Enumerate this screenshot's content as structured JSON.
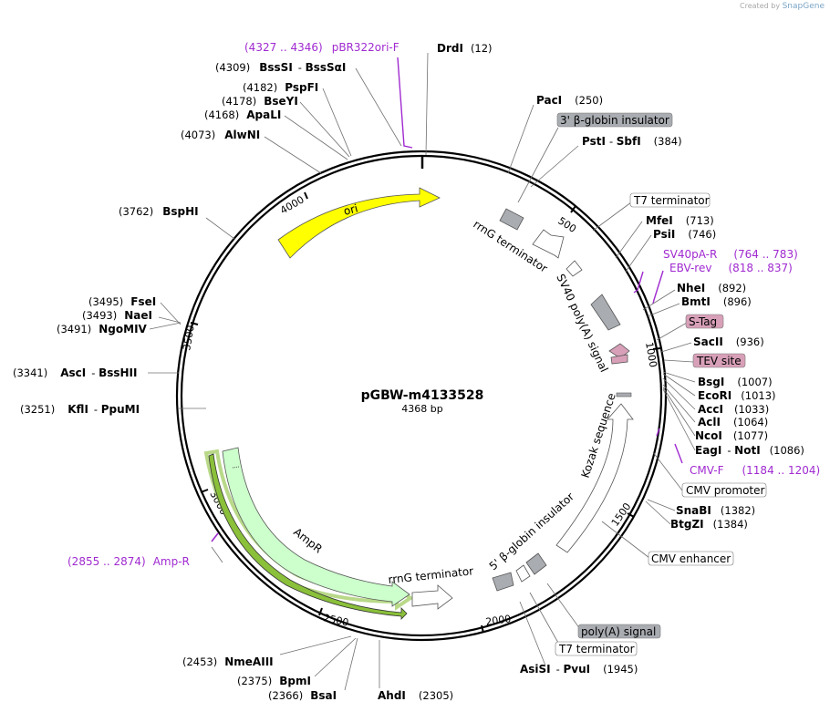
{
  "credit": {
    "prefix": "Created by",
    "brand": "SnapGene"
  },
  "plasmid": {
    "name": "pGBW-m4133528",
    "size_label": "4368 bp",
    "length": 4368
  },
  "ticks": [
    {
      "pos": 500,
      "label": "500"
    },
    {
      "pos": 1000,
      "label": "1000"
    },
    {
      "pos": 1500,
      "label": "1500"
    },
    {
      "pos": 2000,
      "label": "2000"
    },
    {
      "pos": 2500,
      "label": "2500"
    },
    {
      "pos": 3000,
      "label": "3000"
    },
    {
      "pos": 3500,
      "label": "3500"
    },
    {
      "pos": 4000,
      "label": "4000"
    }
  ],
  "enzymes": [
    {
      "name": "DrdI",
      "pos": "(12)"
    },
    {
      "name": "PacI",
      "pos": "(250)"
    },
    {
      "name": "PstI",
      "name2": "SbfI",
      "pos": "(384)"
    },
    {
      "name": "MfeI",
      "pos": "(713)"
    },
    {
      "name": "PsiI",
      "pos": "(746)"
    },
    {
      "name": "NheI",
      "pos": "(892)"
    },
    {
      "name": "BmtI",
      "pos": "(896)"
    },
    {
      "name": "SacII",
      "pos": "(936)"
    },
    {
      "name": "BsgI",
      "pos": "(1007)"
    },
    {
      "name": "EcoRI",
      "pos": "(1013)"
    },
    {
      "name": "AccI",
      "pos": "(1033)"
    },
    {
      "name": "AclI",
      "pos": "(1064)"
    },
    {
      "name": "NcoI",
      "pos": "(1077)"
    },
    {
      "name": "EagI",
      "name2": "NotI",
      "pos": "(1086)"
    },
    {
      "name": "SnaBI",
      "pos": "(1382)"
    },
    {
      "name": "BtgZI",
      "pos": "(1384)"
    },
    {
      "name": "AsiSI",
      "name2": "PvuI",
      "pos": "(1945)"
    },
    {
      "name": "AhdI",
      "pos": "(2305)"
    },
    {
      "name": "BsaI",
      "pos": "(2366)"
    },
    {
      "name": "BpmI",
      "pos": "(2375)"
    },
    {
      "name": "NmeAIII",
      "pos": "(2453)"
    },
    {
      "name": "KflI",
      "name2": "PpuMI",
      "pos": "(3251)"
    },
    {
      "name": "AscI",
      "name2": "BssHII",
      "pos": "(3341)"
    },
    {
      "name": "NgoMIV",
      "pos": "(3491)"
    },
    {
      "name": "NaeI",
      "pos": "(3493)"
    },
    {
      "name": "FseI",
      "pos": "(3495)"
    },
    {
      "name": "BspHI",
      "pos": "(3762)"
    },
    {
      "name": "AlwNI",
      "pos": "(4073)"
    },
    {
      "name": "ApaLI",
      "pos": "(4168)"
    },
    {
      "name": "BseYI",
      "pos": "(4178)"
    },
    {
      "name": "PspFI",
      "pos": "(4182)"
    },
    {
      "name": "BssSI",
      "name2": "BssSαI",
      "pos": "(4309)"
    }
  ],
  "primers": [
    {
      "name": "pBR322ori-F",
      "range": "(4327 .. 4346)"
    },
    {
      "name": "SV40pA-R",
      "range": "(764 .. 783)"
    },
    {
      "name": "EBV-rev",
      "range": "(818 .. 837)"
    },
    {
      "name": "CMV-F",
      "range": "(1184 .. 1204)"
    },
    {
      "name": "Amp-R",
      "range": "(2855 .. 2874)"
    }
  ],
  "boxed_labels": {
    "bglobin3": "3' β-globin insulator",
    "t7term_top": "T7 terminator",
    "stag": "S-Tag",
    "tev": "TEV site",
    "cmv_promoter": "CMV promoter",
    "cmv_enhancer": "CMV enhancer",
    "polyA": "poly(A) signal",
    "t7term_bottom": "T7 terminator"
  },
  "inner_labels": {
    "ori": "ori",
    "rrnG_top": "rrnG terminator",
    "sv40": "SV40 poly(A) signal",
    "kozak": "Kozak sequence",
    "bglobin5": "5' β-globin insulator",
    "rrnG_bottom": "rrnG terminator",
    "ampr": "AmpR"
  },
  "colors": {
    "ori": "#ffff00",
    "ampr": "#ccffcc",
    "amp_promoter": "#8ac03a",
    "grey_feature": "#a9acb1",
    "pink_feature": "#d8a0b8",
    "primer": "#a02ad0",
    "backbone": "#000000"
  }
}
